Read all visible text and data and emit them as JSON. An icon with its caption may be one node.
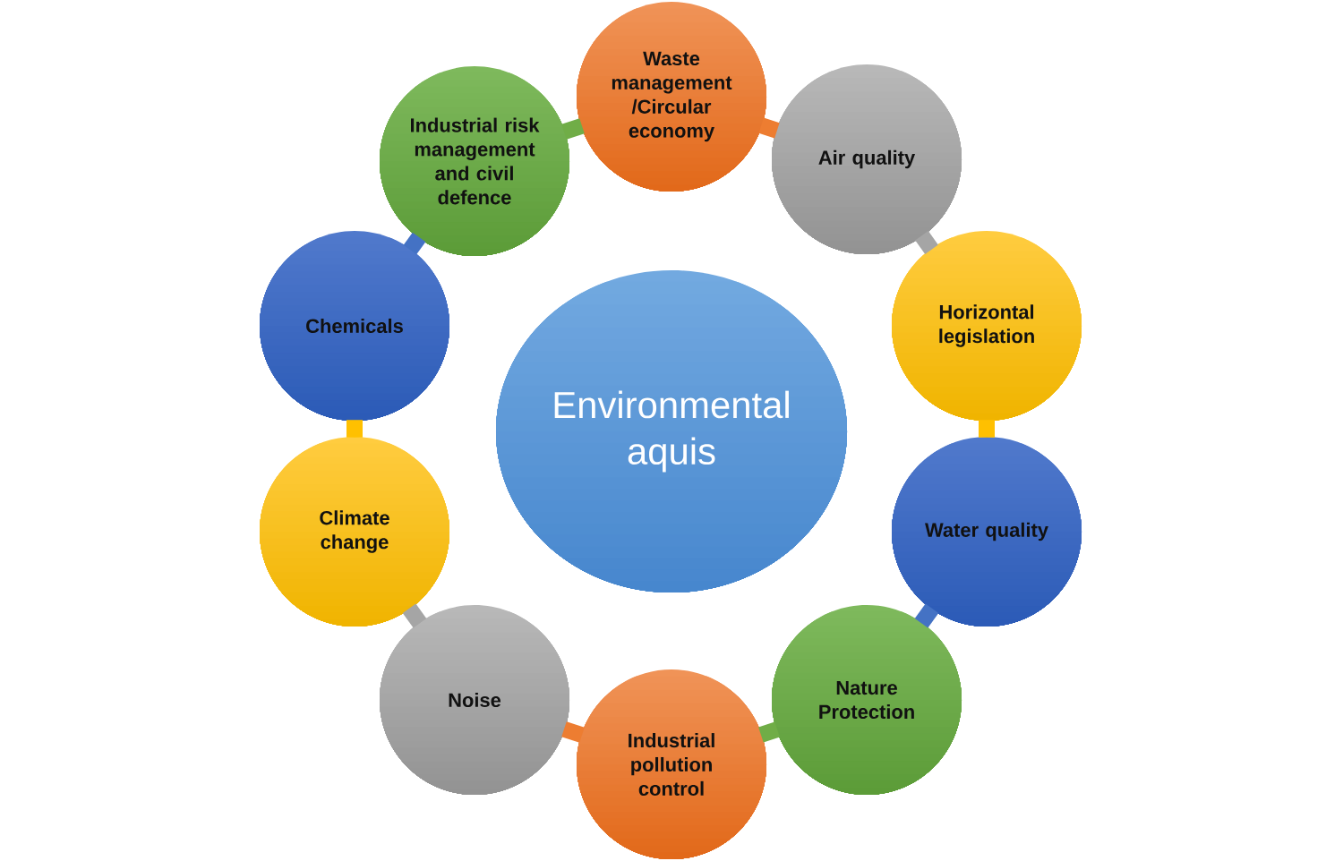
{
  "diagram": {
    "nodes": [
      {
        "text": [
          "Environmental aquis"
        ]
      },
      {
        "text": [
          "Waste management /Circular economy"
        ]
      },
      {
        "text": [
          "Air quality"
        ]
      },
      {
        "text": [
          "Horizontal legislation"
        ]
      },
      {
        "text": [
          "Water quality"
        ]
      },
      {
        "text": [
          "Nature Protection"
        ]
      },
      {
        "text": [
          "Industrial pollution control"
        ]
      },
      {
        "text": [
          "Noise"
        ]
      },
      {
        "text": [
          "Climate change"
        ]
      },
      {
        "text": [
          "Chemicals"
        ]
      },
      {
        "text": [
          "Industrial risk management and civil defence"
        ]
      }
    ],
    "edges": [
      {
        "from": 1,
        "to": 2,
        "arrow": "none",
        "color": "#ed7d31"
      },
      {
        "from": 2,
        "to": 3,
        "arrow": "none",
        "color": "#a5a5a5"
      },
      {
        "from": 3,
        "to": 4,
        "arrow": "none",
        "color": "#ffc000"
      },
      {
        "from": 4,
        "to": 5,
        "arrow": "none",
        "color": "#4472c4"
      },
      {
        "from": 5,
        "to": 6,
        "arrow": "none",
        "color": "#70ad47"
      },
      {
        "from": 6,
        "to": 7,
        "arrow": "none",
        "color": "#ed7d31"
      },
      {
        "from": 7,
        "to": 8,
        "arrow": "none",
        "color": "#a5a5a5"
      },
      {
        "from": 8,
        "to": 9,
        "arrow": "none",
        "color": "#ffc000"
      },
      {
        "from": 9,
        "to": 10,
        "arrow": "none",
        "color": "#4472c4"
      },
      {
        "from": 10,
        "to": 1,
        "arrow": "none",
        "color": "#70ad47"
      }
    ]
  }
}
